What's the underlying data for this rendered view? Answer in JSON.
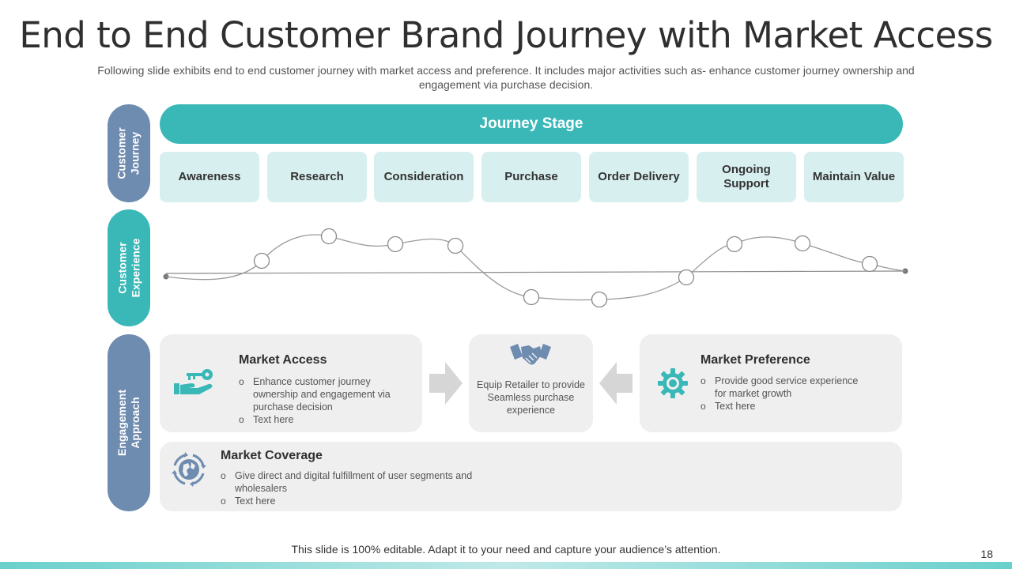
{
  "slide": {
    "title": "End to End Customer Brand Journey with Market Access",
    "subtitle": "Following slide exhibits end to end customer journey with market access and preference. It includes major activities such as- enhance customer journey ownership and engagement via purchase decision.",
    "footer": "This slide is 100% editable. Adapt it to your need and capture your audience’s attention.",
    "page_number": "18"
  },
  "side_labels": {
    "journey": "Customer Journey",
    "experience": "Customer Experience",
    "engagement": "Engagement Approach"
  },
  "journey_stage": {
    "header": "Journey Stage",
    "stages": [
      "Awareness",
      "Research",
      "Consideration",
      "Purchase",
      "Order Delivery",
      "Ongoing Support",
      "Maintain Value"
    ]
  },
  "engagement": {
    "market_access": {
      "title": "Market Access",
      "bullets": [
        "Enhance customer journey ownership and engagement via purchase decision",
        "Text here"
      ],
      "icon": "hand-key-icon"
    },
    "center": {
      "text": "Equip Retailer to provide Seamless purchase experience",
      "icon": "handshake-icon"
    },
    "market_preference": {
      "title": "Market Preference",
      "bullets": [
        "Provide good service experience for market growth",
        "Text here"
      ],
      "icon": "gear-icon"
    },
    "market_coverage": {
      "title": "Market Coverage",
      "bullets": [
        "Give direct and digital fulfillment of user segments and wholesalers",
        "Text here"
      ],
      "icon": "globe-cycle-icon"
    }
  },
  "colors": {
    "teal": "#3ab8b8",
    "slate_blue": "#6e8bb0",
    "light_teal": "#d8eff0",
    "card_gray": "#efefef",
    "arrow_gray": "#d6d6d6"
  }
}
